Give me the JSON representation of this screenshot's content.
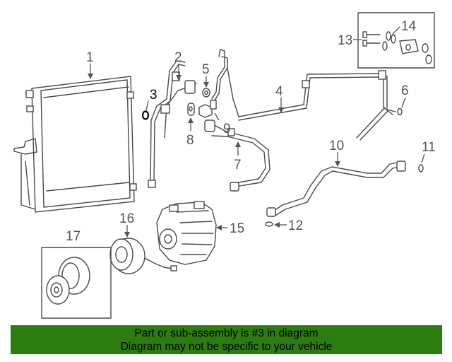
{
  "diagram": {
    "highlight_part": "3",
    "callouts": [
      {
        "id": "1",
        "label": "1"
      },
      {
        "id": "2",
        "label": "2"
      },
      {
        "id": "3",
        "label": "3"
      },
      {
        "id": "4",
        "label": "4"
      },
      {
        "id": "5",
        "label": "5"
      },
      {
        "id": "6",
        "label": "6"
      },
      {
        "id": "7",
        "label": "7"
      },
      {
        "id": "8",
        "label": "8"
      },
      {
        "id": "9",
        "label": "9"
      },
      {
        "id": "10",
        "label": "10"
      },
      {
        "id": "11",
        "label": "11"
      },
      {
        "id": "12",
        "label": "12"
      },
      {
        "id": "13",
        "label": "13"
      },
      {
        "id": "14",
        "label": "14"
      },
      {
        "id": "15",
        "label": "15"
      },
      {
        "id": "16",
        "label": "16"
      },
      {
        "id": "17",
        "label": "17"
      }
    ]
  },
  "banner": {
    "line1": "Part or sub-assembly is #3 in diagram",
    "line2": "Diagram may not be specific to your vehicle",
    "color": "#2d7c12"
  }
}
